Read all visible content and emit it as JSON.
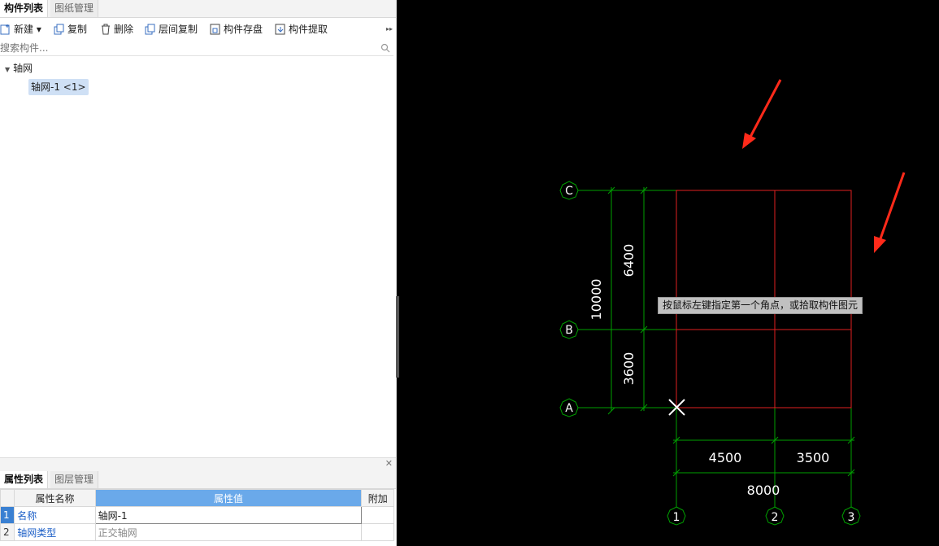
{
  "top_tabs": [
    "构件列表",
    "图纸管理"
  ],
  "toolbar": {
    "new": "新建",
    "copy": "复制",
    "delete": "删除",
    "floor_copy": "层间复制",
    "save_component": "构件存盘",
    "extract_component": "构件提取",
    "more": "▸▸"
  },
  "search": {
    "placeholder": "搜索构件..."
  },
  "tree": {
    "root": "轴网",
    "child": "轴网-1 <1>"
  },
  "bottom_tabs": [
    "属性列表",
    "图层管理"
  ],
  "properties": {
    "headers": [
      "属性名称",
      "属性值",
      "附加"
    ],
    "rows": [
      {
        "num": "1",
        "name": "名称",
        "value": "轴网-1"
      },
      {
        "num": "2",
        "name": "轴网类型",
        "value": "正交轴网"
      }
    ]
  },
  "canvas": {
    "tooltip": "按鼠标左键指定第一个角点，或拾取构件图元",
    "axes_h": [
      "C",
      "B",
      "A"
    ],
    "axes_v": [
      "1",
      "2",
      "3"
    ],
    "dims_v": [
      "10000",
      "6400",
      "3600"
    ],
    "dims_h": [
      "4500",
      "3500",
      "8000"
    ],
    "colors": {
      "grid": "#00a000",
      "selection": "#e02020",
      "arrow": "#ff2a1a"
    }
  }
}
